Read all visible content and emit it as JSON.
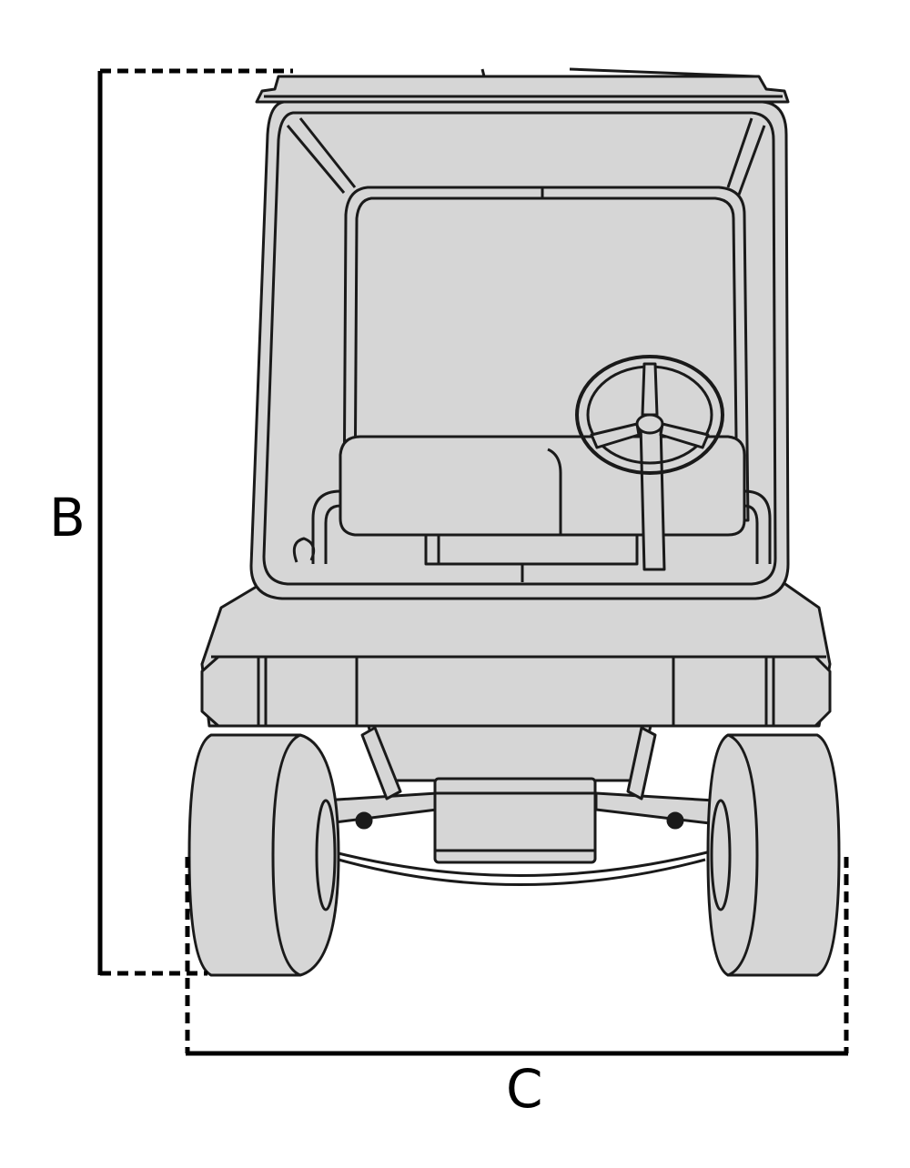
{
  "diagram": {
    "subject": "golf-cart-front-view",
    "dimensions": {
      "height_label": "B",
      "width_label": "C"
    },
    "colors": {
      "body_fill": "#d6d6d6",
      "line": "#1a1a1a",
      "dimension_line": "#000000",
      "background": "#ffffff"
    }
  }
}
